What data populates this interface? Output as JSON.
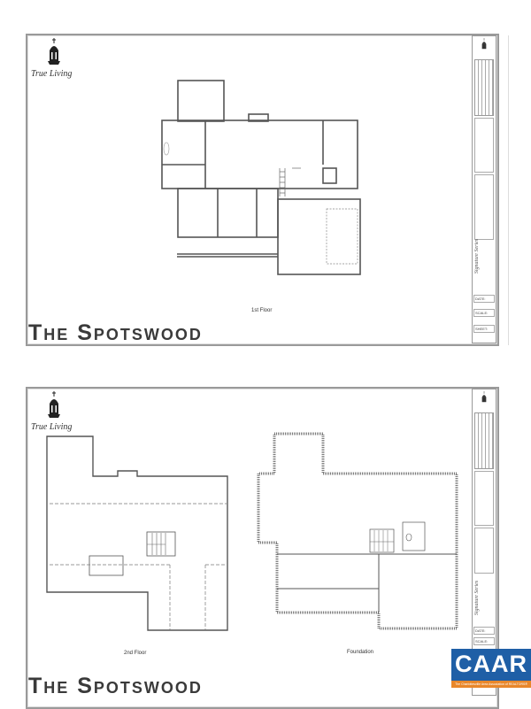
{
  "brand": {
    "logo_text": "True Living"
  },
  "sheets": [
    {
      "title": "The Spotswood",
      "floors": [
        {
          "label": "1st Floor"
        }
      ]
    },
    {
      "title": "The Spotswood",
      "floors": [
        {
          "label": "2nd Floor"
        },
        {
          "label": "Foundation"
        }
      ]
    }
  ],
  "title_block": {
    "series": "Signature Series",
    "date_label": "DATE:",
    "scale_label": "SCALE:",
    "sheet_label": "SHEET:"
  },
  "badge": {
    "name": "CAAR",
    "tagline": "The Charlottesville Area Association of REALTORS®",
    "color": "#1f5fa6",
    "accent": "#e8872b"
  }
}
